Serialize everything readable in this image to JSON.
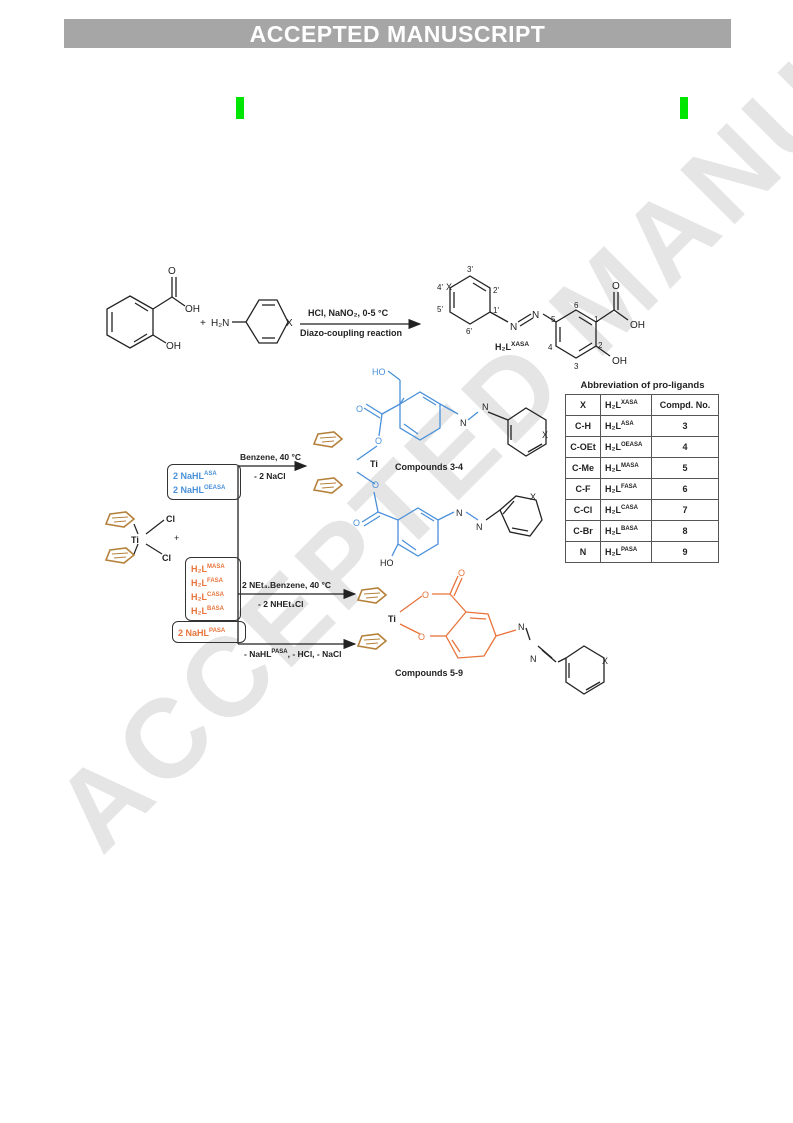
{
  "header": {
    "banner": "ACCEPTED MANUSCRIPT"
  },
  "watermark": {
    "text": "ACCEPTED MANUSCRIPT"
  },
  "scheme": {
    "reaction1": {
      "conditions1": "HCl, NaNO₂,  0-5 °C",
      "conditions2": "Diazo-coupling reaction"
    },
    "ligand_label": "H₂L",
    "ligand_sup": "XASA",
    "atoms": {
      "oh": "OH",
      "o": "O",
      "h2n": "H₂N",
      "x": "X",
      "plus": "+",
      "ti": "Ti",
      "cl": "Cl",
      "ho": "HO",
      "n": "N"
    },
    "positions": [
      "1",
      "2",
      "3",
      "4",
      "5",
      "6",
      "1'",
      "2'",
      "3'",
      "4'",
      "5'",
      "6'"
    ],
    "route1": {
      "cond1": "Benzene, 40 °C",
      "cond2": "- 2 NaCl"
    },
    "route2": {
      "cond1": "2 NEt₃.Benzene, 40 °C",
      "cond2": "- 2 NHEt₃Cl"
    },
    "route3": {
      "cond1": "- NaHL",
      "sup": "PASA",
      "cond2": ", - HCl, - NaCl"
    },
    "compounds_a": "Compounds 3-4",
    "compounds_b": "Compounds 5-9",
    "reagents_blue": [
      {
        "base": "2 NaHL",
        "sup": "ASA"
      },
      {
        "base": "2 NaHL",
        "sup": "OEASA"
      }
    ],
    "reagents_orange": [
      {
        "base": "H₂L",
        "sup": "MASA"
      },
      {
        "base": "H₂L",
        "sup": "FASA"
      },
      {
        "base": "H₂L",
        "sup": "CASA"
      },
      {
        "base": "H₂L",
        "sup": "BASA"
      }
    ],
    "reagent_pasa": {
      "base": "2 NaHL",
      "sup": "PASA"
    },
    "colors": {
      "blue": "#4a90d9",
      "orange": "#e8743b",
      "cp": "#b5813a",
      "ink": "#222222"
    }
  },
  "table": {
    "title": "Abbreviation of pro-ligands",
    "headers": {
      "x": "X",
      "ligand": "H₂L",
      "ligand_sup": "XASA",
      "no": "Compd. No."
    },
    "rows": [
      {
        "x": "C-H",
        "base": "H₂L",
        "sup": "ASA",
        "no": "3"
      },
      {
        "x": "C-OEt",
        "base": "H₂L",
        "sup": "OEASA",
        "no": "4"
      },
      {
        "x": "C-Me",
        "base": "H₂L",
        "sup": "MASA",
        "no": "5"
      },
      {
        "x": "C-F",
        "base": "H₂L",
        "sup": "FASA",
        "no": "6"
      },
      {
        "x": "C-Cl",
        "base": "H₂L",
        "sup": "CASA",
        "no": "7"
      },
      {
        "x": "C-Br",
        "base": "H₂L",
        "sup": "BASA",
        "no": "8"
      },
      {
        "x": "N",
        "base": "H₂L",
        "sup": "PASA",
        "no": "9"
      }
    ]
  }
}
